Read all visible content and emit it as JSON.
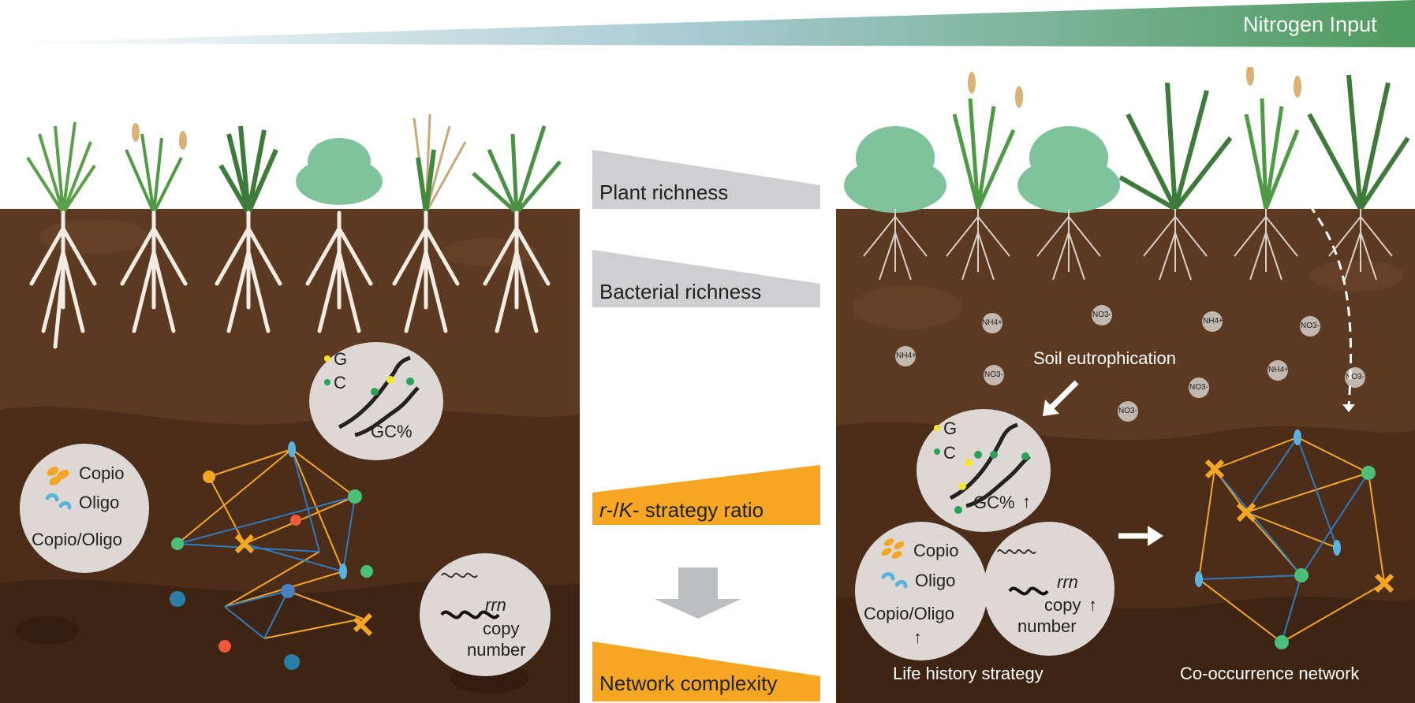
{
  "nitrogen_input": {
    "label": "Nitrogen Input",
    "gradient_start": "#e8f2f4",
    "gradient_end": "#4e9a5c"
  },
  "middle": {
    "plant_richness": "Plant richness",
    "bacterial_richness": "Bacterial richness",
    "strategy_ratio": "r-/K- strategy ratio",
    "strategy_ratio_r": "r",
    "strategy_ratio_sep": "-/",
    "strategy_ratio_k": "K",
    "strategy_ratio_rest": "- strategy ratio",
    "network_complexity": "Network complexity",
    "decrease_color": "#cfcfd1",
    "increase_color": "#f5a623"
  },
  "left_panel": {
    "gc": {
      "g": "G",
      "c": "C",
      "gc_label": "GC%"
    },
    "copio_oligo": {
      "copio": "Copio",
      "oligo": "Oligo",
      "ratio": "Copio/Oligo"
    },
    "rrn": {
      "rrn": "rrn",
      "copy": "copy",
      "number": "number"
    }
  },
  "right_panel": {
    "soil_eutrophication": "Soil eutrophication",
    "nutrients": [
      "NH4+",
      "NO3-",
      "NH4+",
      "NO3-",
      "NH4+",
      "NO3-",
      "NH4+",
      "NO3-",
      "NO3-",
      "NO3-"
    ],
    "gc": {
      "g": "G",
      "c": "C",
      "gc_label": "GC%"
    },
    "copio_oligo": {
      "copio": "Copio",
      "oligo": "Oligo",
      "ratio": "Copio/Oligo"
    },
    "rrn": {
      "rrn": "rrn",
      "copy": "copy",
      "number": "number"
    },
    "life_history": "Life history strategy",
    "co_occurrence": "Co-occurrence network"
  },
  "colors": {
    "soil_top": "#5c3a22",
    "soil_mid": "#4b2d19",
    "soil_deep": "#3d2413",
    "yellow_link": "#f5a623",
    "blue_link": "#2f7bbf",
    "bubble": "#ddd8d4"
  }
}
